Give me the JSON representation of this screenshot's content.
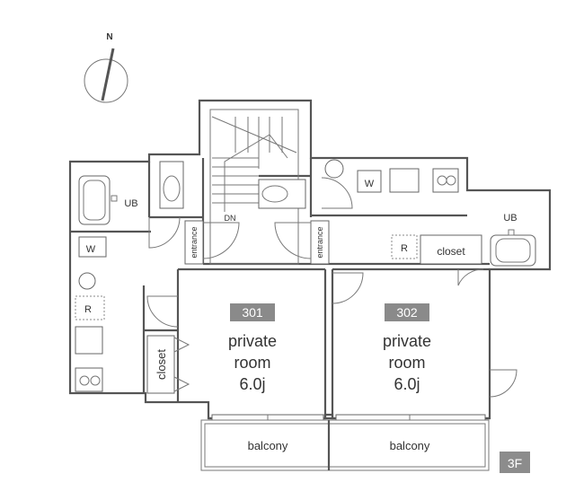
{
  "compass": {
    "north": "N"
  },
  "floor_badge": {
    "label": "3F",
    "bg": "#8c8c8c"
  },
  "units": [
    {
      "number": "301",
      "line1": "private",
      "line2": "room",
      "size": "6.0j"
    },
    {
      "number": "302",
      "line1": "private",
      "line2": "room",
      "size": "6.0j"
    }
  ],
  "unit_badge_color": "#8a8a8a",
  "labels": {
    "ub": "UB",
    "w": "W",
    "r": "R",
    "dn": "DN",
    "entrance": "entrance",
    "closet": "closet",
    "balcony": "balcony"
  }
}
